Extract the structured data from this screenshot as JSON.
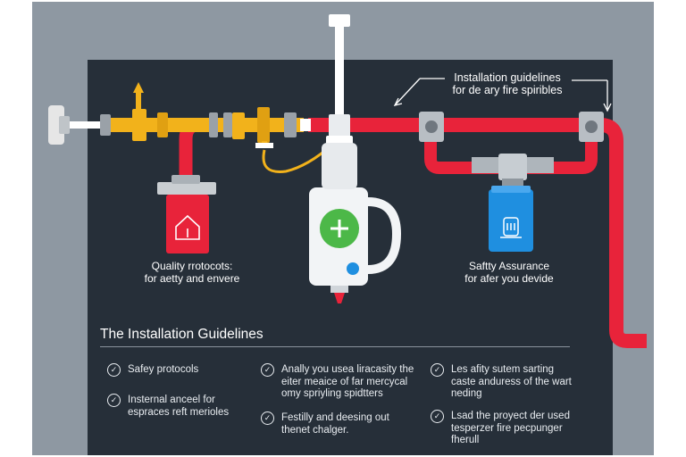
{
  "callouts": {
    "top": {
      "line1": "Installation guidelines",
      "line2": "for de ary fire spiribles"
    },
    "quality": {
      "line1": "Quality rrotocots:",
      "line2": "for aetty and envere"
    },
    "safety": {
      "line1": "Saftty Assurance",
      "line2": "for afer you devide"
    }
  },
  "section": {
    "title": "The Installation Guidelines",
    "bullets": [
      {
        "icon": "check-circle-icon",
        "text": "Safey protocols"
      },
      {
        "icon": "check-circle-icon",
        "text": "Insternal anceel for espraces reft merioles"
      },
      {
        "icon": "check-circle-icon",
        "text": "Anally you usea liracasity the eiter meaice of far mercycal omy spriyling spidtters"
      },
      {
        "icon": "check-circle-icon",
        "text": "Festilly and deesing out thenet chalger."
      },
      {
        "icon": "check-circle-icon",
        "text": "Les afity sutem sarting caste anduress of the wart neding"
      },
      {
        "icon": "check-circle-icon",
        "text": "Lsad the proyect der used tesperzer fire pecpunger fherull"
      }
    ]
  },
  "icons": {
    "add": "plus-icon",
    "home": "house-icon",
    "sprinkler": "sprinkler-head-icon"
  },
  "colors": {
    "pipe_red": "#e8233a",
    "pipe_yellow": "#f2b21b",
    "panel": "#262f39",
    "frame": "#8e98a2",
    "tank_blue": "#1f8fe0",
    "valve_green": "#4cb848"
  }
}
